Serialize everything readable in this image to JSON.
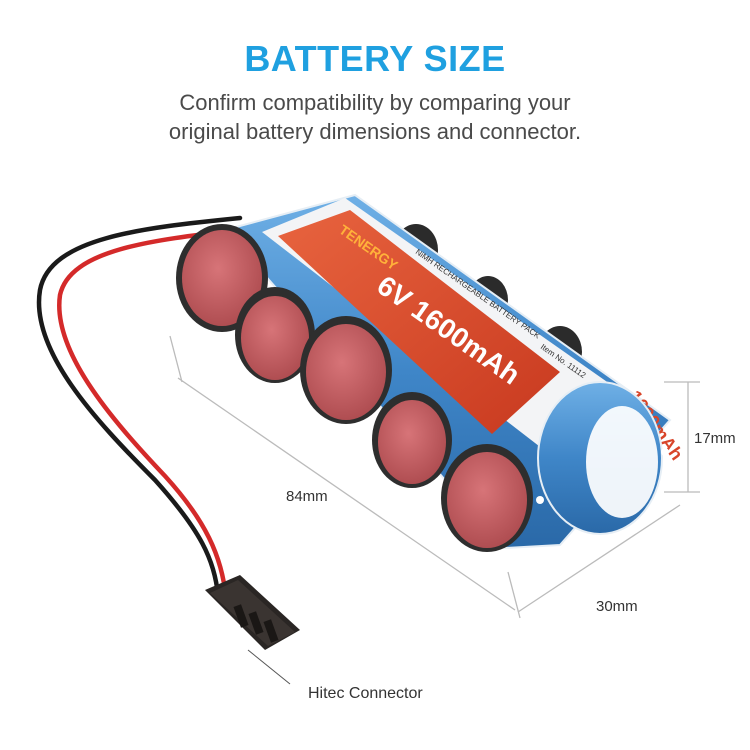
{
  "header": {
    "title": "BATTERY SIZE",
    "subtitle_line1": "Confirm compatibility by comparing your",
    "subtitle_line2": "original battery dimensions and connector."
  },
  "dimensions": {
    "length": "84mm",
    "height": "17mm",
    "width": "30mm"
  },
  "connector": {
    "label": "Hitec Connector"
  },
  "product_label": {
    "brand": "TENERGY",
    "rating": "6V 1600mAh",
    "type": "NiMH RECHARGEABLE BATTERY PACK",
    "item": "Item No. 11112",
    "cell_rating": "1600mAh"
  },
  "colors": {
    "accent": "#1fa0e0",
    "cell_blue": "#3f86c8",
    "cap_red": "#c45b5f",
    "label_red": "#d8452a",
    "wire_red": "#d42a2a",
    "wire_black": "#1a1a1a"
  }
}
